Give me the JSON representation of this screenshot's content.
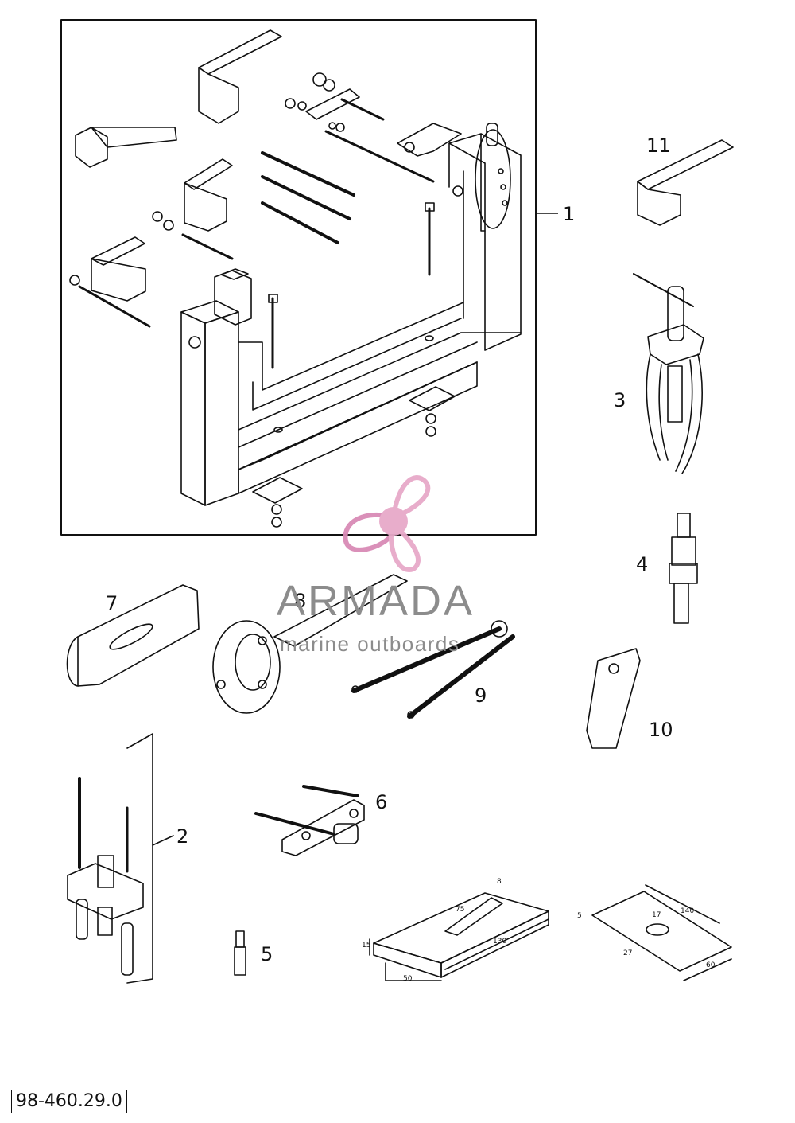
{
  "callouts": {
    "c1": "1",
    "c2": "2",
    "c3": "3",
    "c4": "4",
    "c5": "5",
    "c6": "6",
    "c7": "7",
    "c8": "8",
    "c9": "9",
    "c10": "10",
    "c11": "11"
  },
  "dimensions": {
    "block_width": "50",
    "block_height": "15",
    "block_length": "130",
    "slot_width": "8",
    "slot_length": "75",
    "plate_thickness": "5",
    "plate_length": "140",
    "plate_width": "60",
    "hole_diameter": "17",
    "hole_offset": "27"
  },
  "watermark": {
    "title": "ARMADA",
    "subtitle": "marine outboards",
    "logo_colors": [
      "#e7a9c9",
      "#d98bb6"
    ]
  },
  "document_number": "98-460.29.0"
}
